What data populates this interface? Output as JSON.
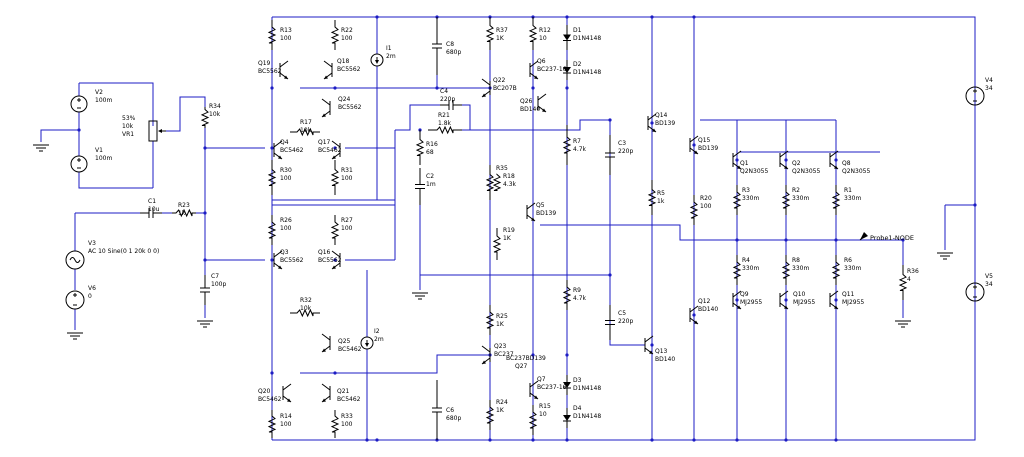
{
  "components": [
    {
      "id": "V2",
      "label": "V2",
      "value": "100m"
    },
    {
      "id": "V1",
      "label": "V1",
      "value": "100m"
    },
    {
      "id": "VR1",
      "label": "VR1",
      "value": "10k",
      "extra": "53%"
    },
    {
      "id": "R34",
      "label": "R34",
      "value": "10k"
    },
    {
      "id": "C1",
      "label": "C1",
      "value": "10u"
    },
    {
      "id": "R23",
      "label": "R23",
      "value": "1k"
    },
    {
      "id": "V3",
      "label": "V3",
      "value": "AC 10 Sine(0 1 20k 0 0)"
    },
    {
      "id": "V6",
      "label": "V6",
      "value": "0"
    },
    {
      "id": "C7",
      "label": "C7",
      "value": "100p"
    },
    {
      "id": "R13",
      "label": "R13",
      "value": "100"
    },
    {
      "id": "R22",
      "label": "R22",
      "value": "100"
    },
    {
      "id": "Q19",
      "label": "Q19",
      "value": "BC5562"
    },
    {
      "id": "Q18",
      "label": "Q18",
      "value": "BC5562"
    },
    {
      "id": "I1",
      "label": "I1",
      "value": "2m"
    },
    {
      "id": "Q24",
      "label": "Q24",
      "value": "BC5562"
    },
    {
      "id": "R17",
      "label": "R17",
      "value": "10k"
    },
    {
      "id": "Q4",
      "label": "Q4",
      "value": "BC5462"
    },
    {
      "id": "Q17",
      "label": "Q17",
      "value": "BC5462"
    },
    {
      "id": "R30",
      "label": "R30",
      "value": "100"
    },
    {
      "id": "R31",
      "label": "R31",
      "value": "100"
    },
    {
      "id": "R26",
      "label": "R26",
      "value": "100"
    },
    {
      "id": "R27",
      "label": "R27",
      "value": "100"
    },
    {
      "id": "Q3",
      "label": "Q3",
      "value": "BC5562"
    },
    {
      "id": "Q16",
      "label": "Q16",
      "value": "BC5562"
    },
    {
      "id": "R32",
      "label": "R32",
      "value": "10k"
    },
    {
      "id": "Q25",
      "label": "Q25",
      "value": "BC5462"
    },
    {
      "id": "I2",
      "label": "I2",
      "value": "2m"
    },
    {
      "id": "Q20",
      "label": "Q20",
      "value": "BC5462"
    },
    {
      "id": "Q21",
      "label": "Q21",
      "value": "BC5462"
    },
    {
      "id": "R14",
      "label": "R14",
      "value": "100"
    },
    {
      "id": "R33",
      "label": "R33",
      "value": "100"
    },
    {
      "id": "C8",
      "label": "C8",
      "value": "680p"
    },
    {
      "id": "C4",
      "label": "C4",
      "value": "220p"
    },
    {
      "id": "R21",
      "label": "R21",
      "value": "1.8k"
    },
    {
      "id": "R16",
      "label": "R16",
      "value": "68"
    },
    {
      "id": "C2",
      "label": "C2",
      "value": "1m"
    },
    {
      "id": "R37",
      "label": "R37",
      "value": "1K"
    },
    {
      "id": "R12",
      "label": "R12",
      "value": "10"
    },
    {
      "id": "D1",
      "label": "D1",
      "value": "D1N4148"
    },
    {
      "id": "D2",
      "label": "D2",
      "value": "D1N4148"
    },
    {
      "id": "Q22",
      "label": "Q22",
      "value": "BC207B"
    },
    {
      "id": "Q6",
      "label": "Q6",
      "value": "BC237-16"
    },
    {
      "id": "Q26",
      "label": "Q26",
      "value": "BD140"
    },
    {
      "id": "R7",
      "label": "R7",
      "value": "4.7k"
    },
    {
      "id": "R35",
      "label": "R35",
      "value": ""
    },
    {
      "id": "R18",
      "label": "R18",
      "value": "4.3k"
    },
    {
      "id": "Q5",
      "label": "Q5",
      "value": "BD139"
    },
    {
      "id": "R19",
      "label": "R19",
      "value": "1K"
    },
    {
      "id": "R9",
      "label": "R9",
      "value": "4.7k"
    },
    {
      "id": "R25",
      "label": "R25",
      "value": "1K"
    },
    {
      "id": "Q23",
      "label": "Q23",
      "value": "BC237"
    },
    {
      "id": "Q27",
      "label": "Q27",
      "value": "BC237BD139"
    },
    {
      "id": "Q7",
      "label": "Q7",
      "value": "BC237-16"
    },
    {
      "id": "R24",
      "label": "R24",
      "value": "1K"
    },
    {
      "id": "R15",
      "label": "R15",
      "value": "10"
    },
    {
      "id": "D3",
      "label": "D3",
      "value": "D1N4148"
    },
    {
      "id": "D4",
      "label": "D4",
      "value": "D1N4148"
    },
    {
      "id": "C6",
      "label": "C6",
      "value": "680p"
    },
    {
      "id": "C3",
      "label": "C3",
      "value": "220p"
    },
    {
      "id": "C5",
      "label": "C5",
      "value": "220p"
    },
    {
      "id": "Q14",
      "label": "Q14",
      "value": "BD139"
    },
    {
      "id": "R5",
      "label": "R5",
      "value": "1k"
    },
    {
      "id": "Q13",
      "label": "Q13",
      "value": "BD140"
    },
    {
      "id": "Q15",
      "label": "Q15",
      "value": "BD139"
    },
    {
      "id": "R20",
      "label": "R20",
      "value": "100"
    },
    {
      "id": "Q12",
      "label": "Q12",
      "value": "BD140"
    },
    {
      "id": "Q1",
      "label": "Q1",
      "value": "Q2N3055"
    },
    {
      "id": "Q2",
      "label": "Q2",
      "value": "Q2N3055"
    },
    {
      "id": "Q8",
      "label": "Q8",
      "value": "Q2N3055"
    },
    {
      "id": "R3",
      "label": "R3",
      "value": "330m"
    },
    {
      "id": "R2",
      "label": "R2",
      "value": "330m"
    },
    {
      "id": "R1",
      "label": "R1",
      "value": "330m"
    },
    {
      "id": "R4",
      "label": "R4",
      "value": "330m"
    },
    {
      "id": "R8",
      "label": "R8",
      "value": "330m"
    },
    {
      "id": "R6",
      "label": "R6",
      "value": "330m"
    },
    {
      "id": "Q9",
      "label": "Q9",
      "value": "MJ2955"
    },
    {
      "id": "Q10",
      "label": "Q10",
      "value": "MJ2955"
    },
    {
      "id": "Q11",
      "label": "Q11",
      "value": "MJ2955"
    },
    {
      "id": "R36",
      "label": "R36",
      "value": "4"
    },
    {
      "id": "V4",
      "label": "V4",
      "value": "34"
    },
    {
      "id": "V5",
      "label": "V5",
      "value": "34"
    }
  ],
  "probe": {
    "label": "Probe1-NODE"
  }
}
